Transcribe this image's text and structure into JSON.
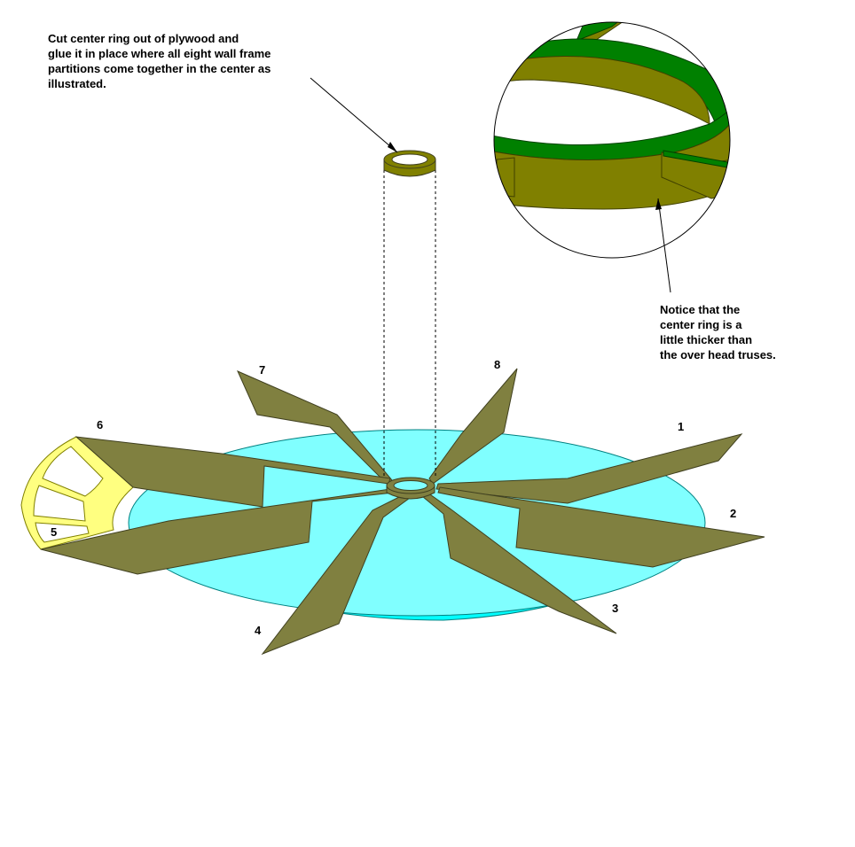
{
  "top_note": "Cut center ring out of plywood and\nglue it in place where all eight wall frame\npartitions come together in the center as\nillustrated.",
  "side_note": "Notice that the\ncenter ring is a\nlittle thicker than\nthe over head truses.",
  "partition_numbers": [
    "1",
    "2",
    "3",
    "4",
    "5",
    "6",
    "7",
    "8"
  ],
  "colors": {
    "wall": "#808040",
    "floor": "#80ffff",
    "floor_edge": "#00ffff",
    "ring": "#808000",
    "truss": "#008000",
    "wall_detail": "#ffff80"
  }
}
